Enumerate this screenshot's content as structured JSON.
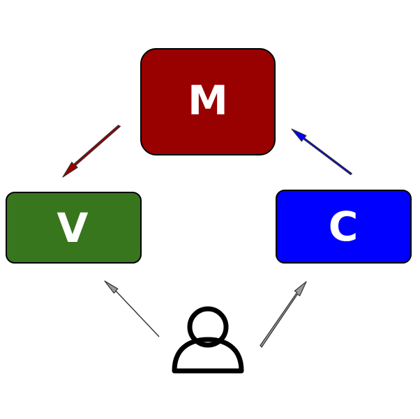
{
  "diagram": {
    "nodes": [
      {
        "id": "model",
        "label": "M",
        "color": "#990000"
      },
      {
        "id": "view",
        "label": "V",
        "color": "#38761d"
      },
      {
        "id": "controller",
        "label": "C",
        "color": "#0000ff"
      }
    ],
    "arrows": [
      {
        "from": "model",
        "to": "view",
        "color": "#990000"
      },
      {
        "from": "controller",
        "to": "model",
        "color": "#0000ff"
      },
      {
        "from": "user",
        "to": "view",
        "color": "#999999"
      },
      {
        "from": "user",
        "to": "controller",
        "color": "#999999"
      }
    ],
    "user_icon": "person-icon"
  }
}
